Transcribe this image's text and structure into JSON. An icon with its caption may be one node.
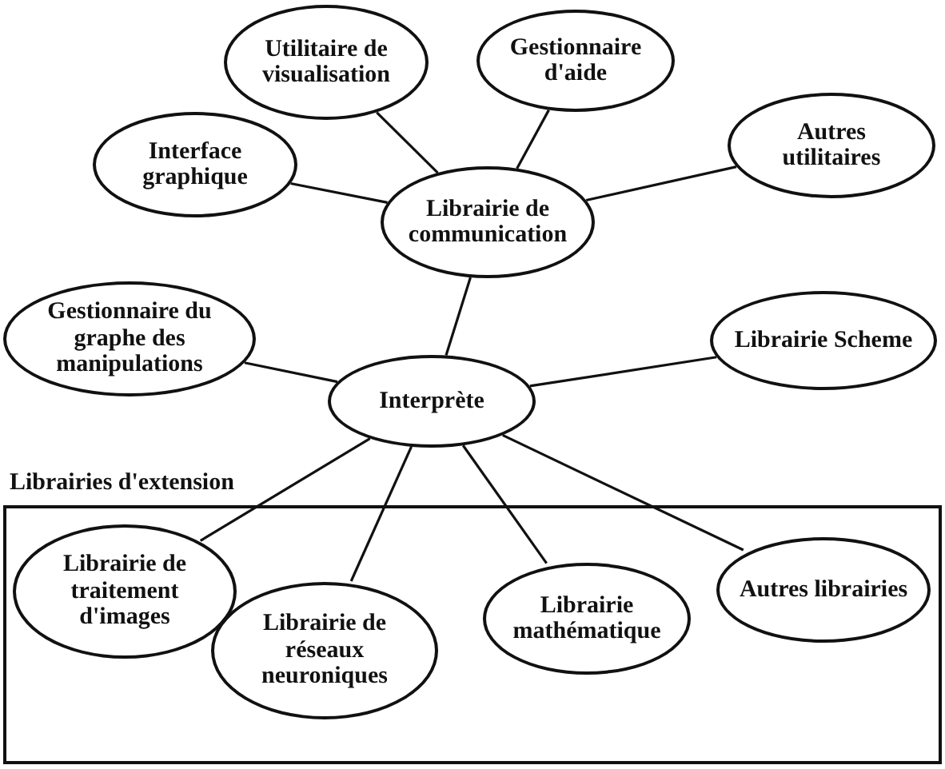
{
  "diagram": {
    "nodes": [
      {
        "text": [
          "Interface graphique"
        ]
      },
      {
        "text": [
          "Utilitaire de visualisation"
        ]
      },
      {
        "text": [
          "Gestionnaire d'aide"
        ]
      },
      {
        "text": [
          "Autres utilitaires"
        ]
      },
      {
        "text": [
          "Librairie de communication"
        ]
      },
      {
        "text": [
          "Gestionnaire du graphe des manipulations"
        ]
      },
      {
        "text": [
          "Librairie Scheme"
        ]
      },
      {
        "text": [
          "Interprète"
        ]
      },
      {
        "text": [
          "Librairies d'extension"
        ]
      },
      {
        "text": [
          "Librairie de traitement d'images"
        ],
        "in": 8
      },
      {
        "text": [
          "Librairie de réseaux neuroniques"
        ],
        "in": 8
      },
      {
        "text": [
          "Librairie mathématique"
        ],
        "in": 8
      },
      {
        "text": [
          "Autres librairies"
        ],
        "in": 8
      }
    ],
    "edges": [
      {
        "from": 0,
        "to": 4,
        "arrow": "none"
      },
      {
        "from": 1,
        "to": 4,
        "arrow": "none"
      },
      {
        "from": 2,
        "to": 4,
        "arrow": "none"
      },
      {
        "from": 3,
        "to": 4,
        "arrow": "none"
      },
      {
        "from": 4,
        "to": 7,
        "arrow": "none"
      },
      {
        "from": 5,
        "to": 7,
        "arrow": "none"
      },
      {
        "from": 6,
        "to": 7,
        "arrow": "none"
      },
      {
        "from": 7,
        "to": 9,
        "arrow": "none"
      },
      {
        "from": 7,
        "to": 10,
        "arrow": "none"
      },
      {
        "from": 7,
        "to": 11,
        "arrow": "none"
      },
      {
        "from": 7,
        "to": 12,
        "arrow": "none"
      }
    ]
  }
}
